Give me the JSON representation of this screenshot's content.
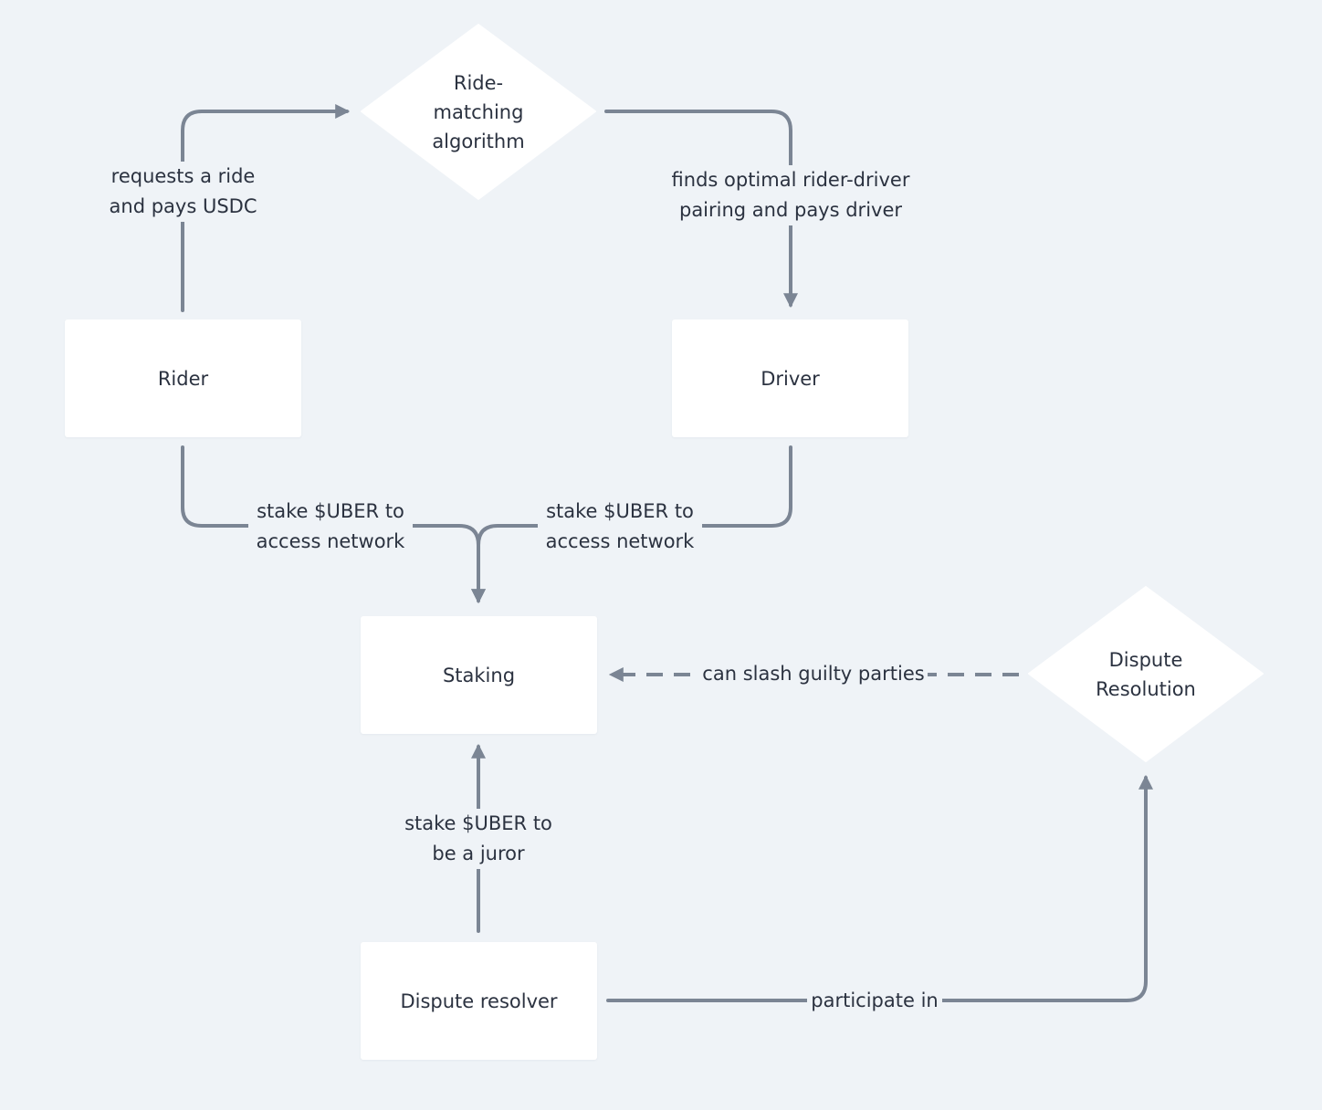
{
  "colors": {
    "background": "#eff3f7",
    "node_fill": "#ffffff",
    "connector": "#7b8594",
    "text": "#2b3240"
  },
  "nodes": {
    "ride_matching": {
      "line1": "Ride-",
      "line2": "matching",
      "line3": "algorithm",
      "shape": "diamond"
    },
    "rider": {
      "label": "Rider",
      "shape": "rectangle"
    },
    "driver": {
      "label": "Driver",
      "shape": "rectangle"
    },
    "staking": {
      "label": "Staking",
      "shape": "rectangle"
    },
    "dispute_resolution": {
      "line1": "Dispute",
      "line2": "Resolution",
      "shape": "diamond"
    },
    "dispute_resolver": {
      "label": "Dispute resolver",
      "shape": "rectangle"
    }
  },
  "edges": {
    "rider_to_matching": {
      "line1": "requests a ride",
      "line2": "and pays USDC",
      "from": "Rider",
      "to": "Ride-matching algorithm",
      "style": "solid"
    },
    "matching_to_driver": {
      "line1": "finds optimal rider-driver",
      "line2": "pairing and pays driver",
      "from": "Ride-matching algorithm",
      "to": "Driver",
      "style": "solid"
    },
    "rider_to_staking": {
      "line1": "stake $UBER to",
      "line2": "access network",
      "from": "Rider",
      "to": "Staking",
      "style": "solid"
    },
    "driver_to_staking": {
      "line1": "stake $UBER to",
      "line2": "access network",
      "from": "Driver",
      "to": "Staking",
      "style": "solid"
    },
    "resolution_to_staking": {
      "line1": "can slash guilty parties",
      "from": "Dispute Resolution",
      "to": "Staking",
      "style": "dashed"
    },
    "resolver_to_staking": {
      "line1": "stake $UBER to",
      "line2": "be a juror",
      "from": "Dispute resolver",
      "to": "Staking",
      "style": "solid"
    },
    "resolver_to_resolution": {
      "line1": "participate in",
      "from": "Dispute resolver",
      "to": "Dispute Resolution",
      "style": "solid"
    }
  }
}
